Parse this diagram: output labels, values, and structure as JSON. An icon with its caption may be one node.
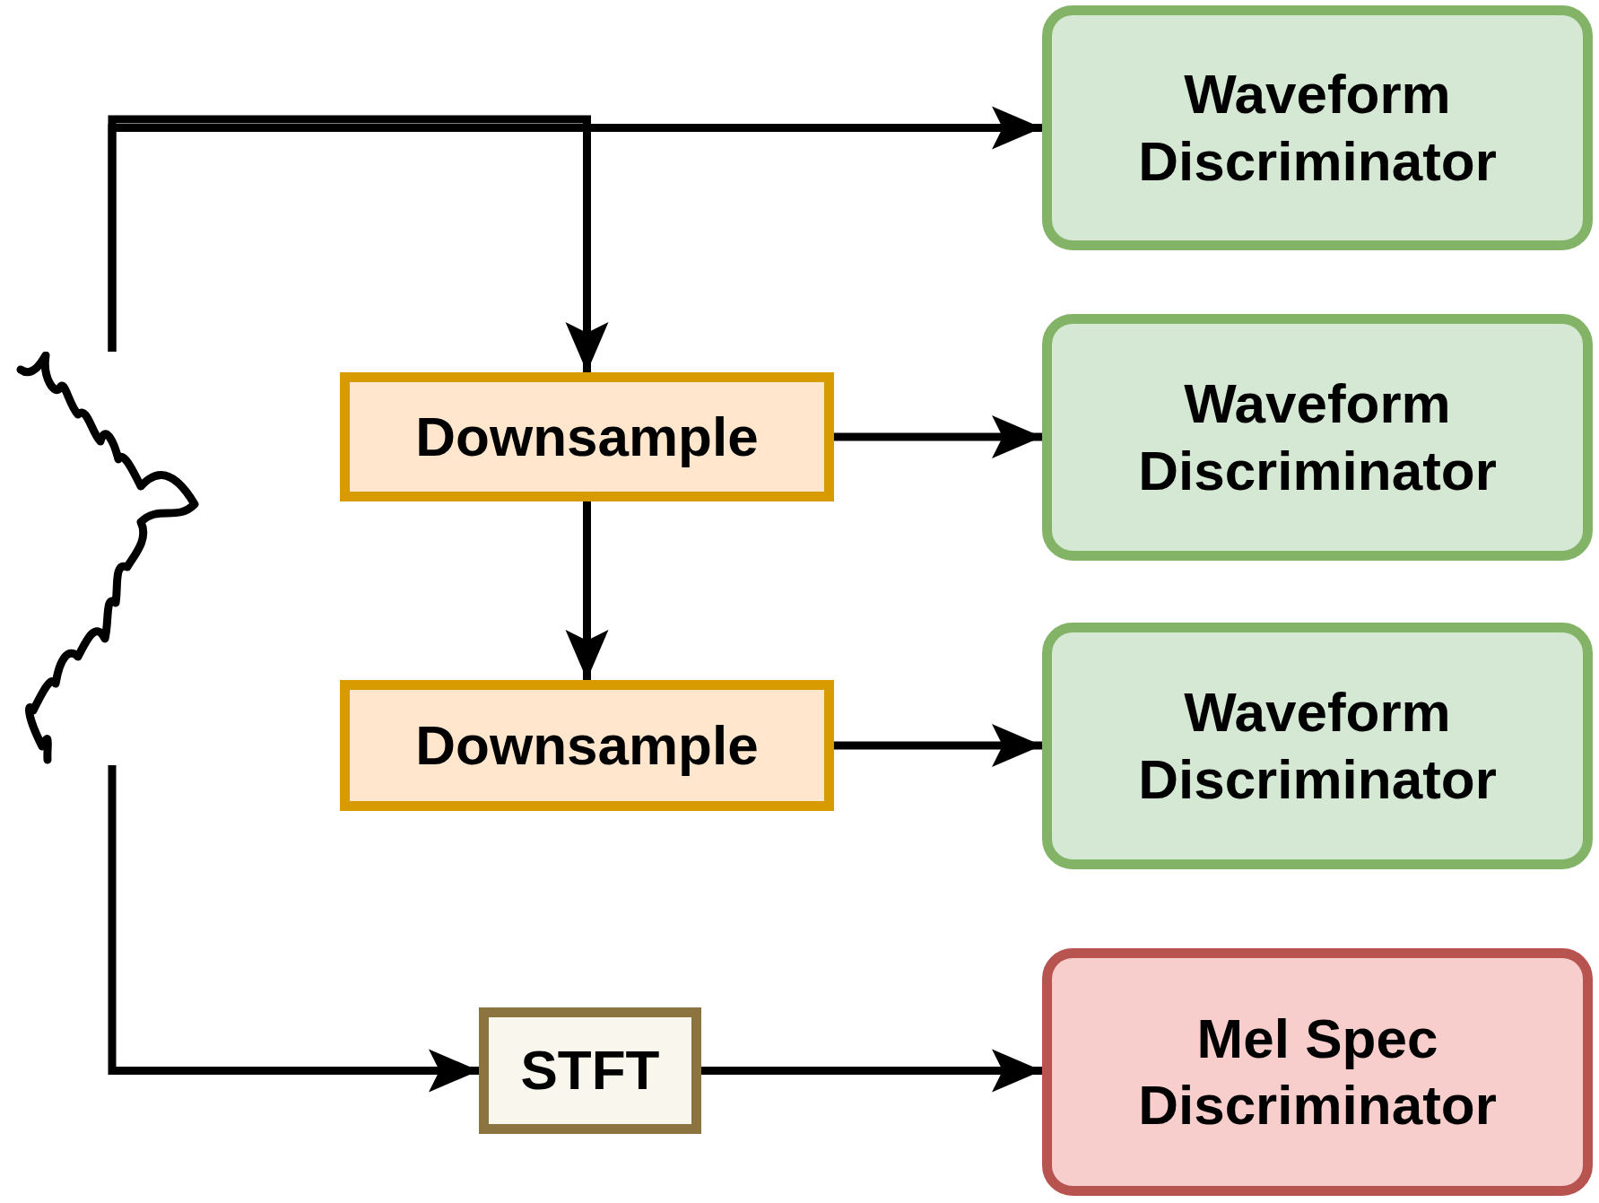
{
  "diagram": {
    "nodes": [
      {
        "text": [],
        "shape": "picture"
      },
      {
        "text": [
          "Waveform Discriminator"
        ]
      },
      {
        "text": [
          "Downsample"
        ]
      },
      {
        "text": [
          "Waveform Discriminator"
        ]
      },
      {
        "text": [
          "Downsample"
        ]
      },
      {
        "text": [
          "Waveform Discriminator"
        ]
      },
      {
        "text": [
          "STFT"
        ]
      },
      {
        "text": [
          "Mel Spec Discriminator"
        ]
      }
    ],
    "edges": [
      {
        "from": 0,
        "to": 1,
        "arrow": "to"
      },
      {
        "from": 0,
        "to": 2,
        "arrow": "to"
      },
      {
        "from": 2,
        "to": 3,
        "arrow": "to"
      },
      {
        "from": 2,
        "to": 4,
        "arrow": "to"
      },
      {
        "from": 4,
        "to": 5,
        "arrow": "to"
      },
      {
        "from": 0,
        "to": 6,
        "arrow": "to"
      },
      {
        "from": 6,
        "to": 7,
        "arrow": "to"
      }
    ]
  }
}
